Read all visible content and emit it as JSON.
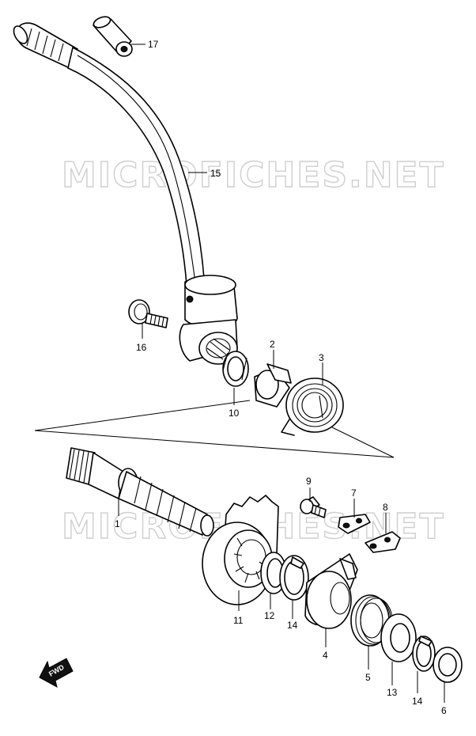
{
  "watermark": "MICROFICHES.NET",
  "fwd_label": "FWD",
  "callouts": {
    "p1": "1",
    "p2": "2",
    "p3": "3",
    "p4": "4",
    "p5": "5",
    "p6": "6",
    "p7": "7",
    "p8": "8",
    "p9": "9",
    "p10": "10",
    "p11": "11",
    "p12": "12",
    "p13": "13",
    "p14a": "14",
    "p14b": "14",
    "p15": "15",
    "p16": "16",
    "p17": "17"
  }
}
